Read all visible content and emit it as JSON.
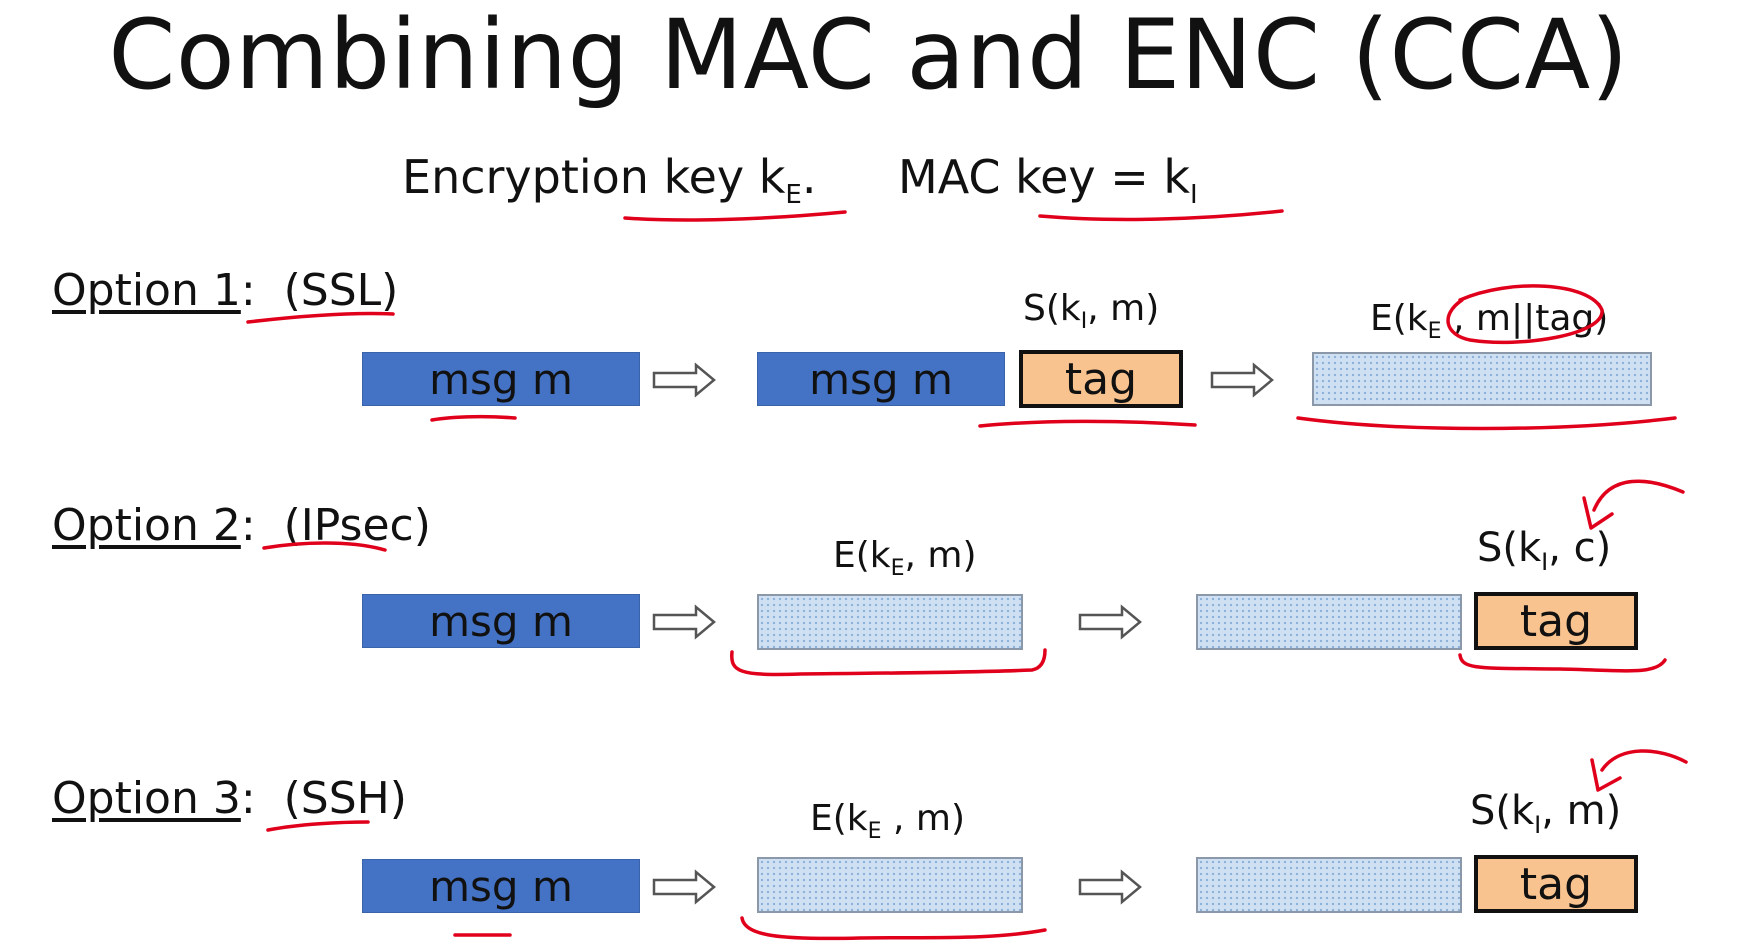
{
  "title": "Combining MAC and ENC   (CCA)",
  "keys": {
    "enc_key": "Encryption key  k",
    "enc_sub": "E",
    "enc_dot": ".",
    "mac_key": "MAC key = k",
    "mac_sub": "I"
  },
  "options": [
    {
      "label": "Option 1",
      "colon": ":",
      "proto": "(SSL)",
      "msg": "msg   m",
      "step2_msg": "msg   m",
      "tag": "tag",
      "tag_label": "S(k",
      "tag_label_sub": "I",
      "tag_label_rest": ", m)",
      "enc_label": "E(k",
      "enc_label_sub": "E",
      "enc_label_rest": " , m||tag)"
    },
    {
      "label": "Option 2",
      "colon": ":",
      "proto": "(IPsec)",
      "msg": "msg   m",
      "enc_label": "E(k",
      "enc_label_sub": "E",
      "enc_label_rest": ", m)",
      "tag": "tag",
      "tag_label": "S(k",
      "tag_label_sub": "I",
      "tag_label_rest": ", c)"
    },
    {
      "label": "Option 3",
      "colon": ":",
      "proto": "(SSH)",
      "msg": "msg   m",
      "enc_label": "E(k",
      "enc_label_sub": "E",
      "enc_label_rest": " , m)",
      "tag": "tag",
      "tag_label": "S(k",
      "tag_label_sub": "I",
      "tag_label_rest": ", m)"
    }
  ],
  "colors": {
    "msg": "#4472c4",
    "tag": "#f8c38f",
    "cipher": "#cfe0f3",
    "ink": "#e0001b"
  },
  "icons": [
    "right-arrow-icon"
  ]
}
